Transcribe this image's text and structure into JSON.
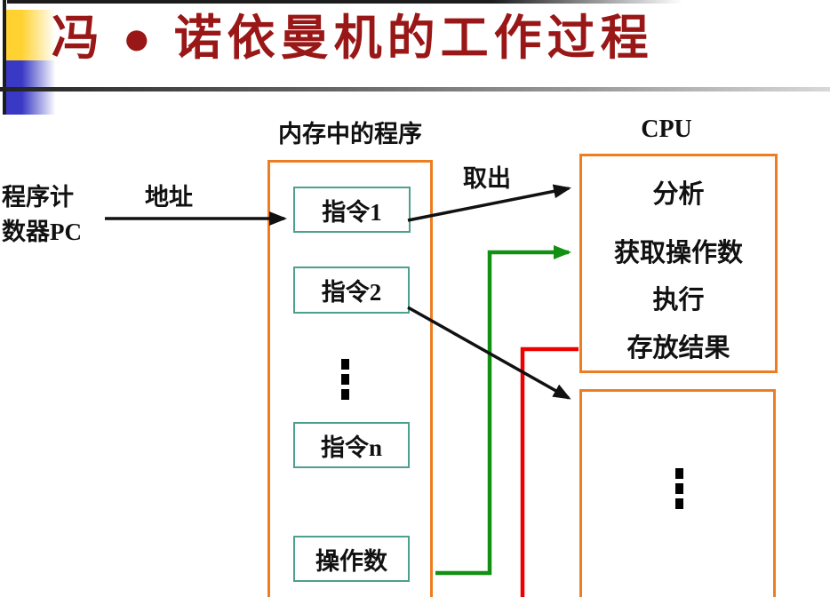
{
  "title": "冯 ● 诺依曼机的工作过程",
  "labels": {
    "memory_title": "内存中的程序",
    "cpu_title": "CPU",
    "address": "地址",
    "fetch": "取出"
  },
  "pc": {
    "full": "程序计数器PC",
    "line1": "程序计",
    "line2": "数器PC"
  },
  "memory_cells": [
    "指令1",
    "指令2",
    "指令n",
    "操作数"
  ],
  "cpu_steps": [
    "分析",
    "获取操作数",
    "执行",
    "存放结果"
  ],
  "icons": {
    "memory_ellipsis": "vertical-ellipsis",
    "result_ellipsis": "vertical-ellipsis"
  },
  "colors": {
    "title_red": "#9A1717",
    "orange": "#EE7D22",
    "teal": "#4DA08C",
    "green": "#129012",
    "red": "#EE0000",
    "yellow": "#FFD232",
    "blue": "#3939C6",
    "ink": "#111111"
  }
}
